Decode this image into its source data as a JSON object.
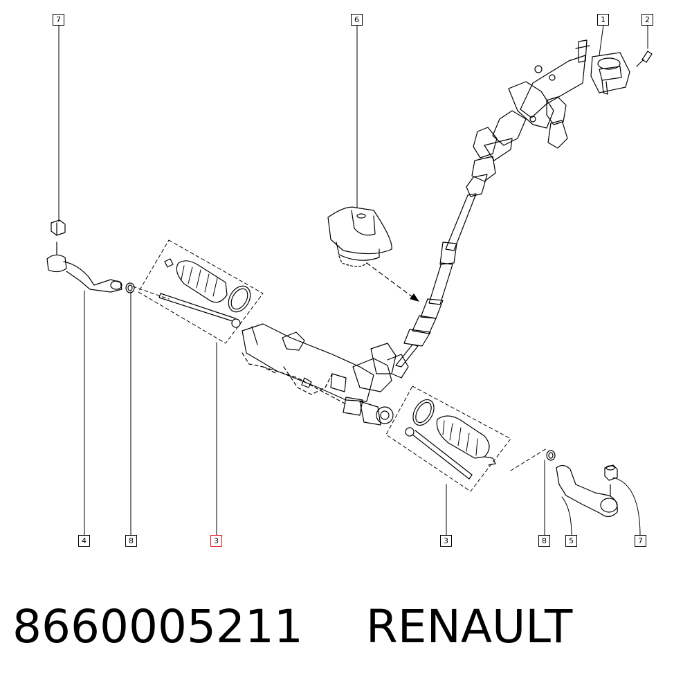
{
  "callouts": [
    {
      "id": "c7a",
      "label": "7"
    },
    {
      "id": "c6",
      "label": "6"
    },
    {
      "id": "c1",
      "label": "1"
    },
    {
      "id": "c2",
      "label": "2"
    },
    {
      "id": "c4",
      "label": "4"
    },
    {
      "id": "c8a",
      "label": "8"
    },
    {
      "id": "c3a",
      "label": "3",
      "selected": true
    },
    {
      "id": "c3b",
      "label": "3"
    },
    {
      "id": "c8b",
      "label": "8"
    },
    {
      "id": "c5",
      "label": "5"
    },
    {
      "id": "c7b",
      "label": "7"
    }
  ],
  "caption": {
    "part_number": "8660005211",
    "brand": "RENAULT"
  },
  "colors": {
    "line": "#000000",
    "selected_border": "#e0121f"
  }
}
